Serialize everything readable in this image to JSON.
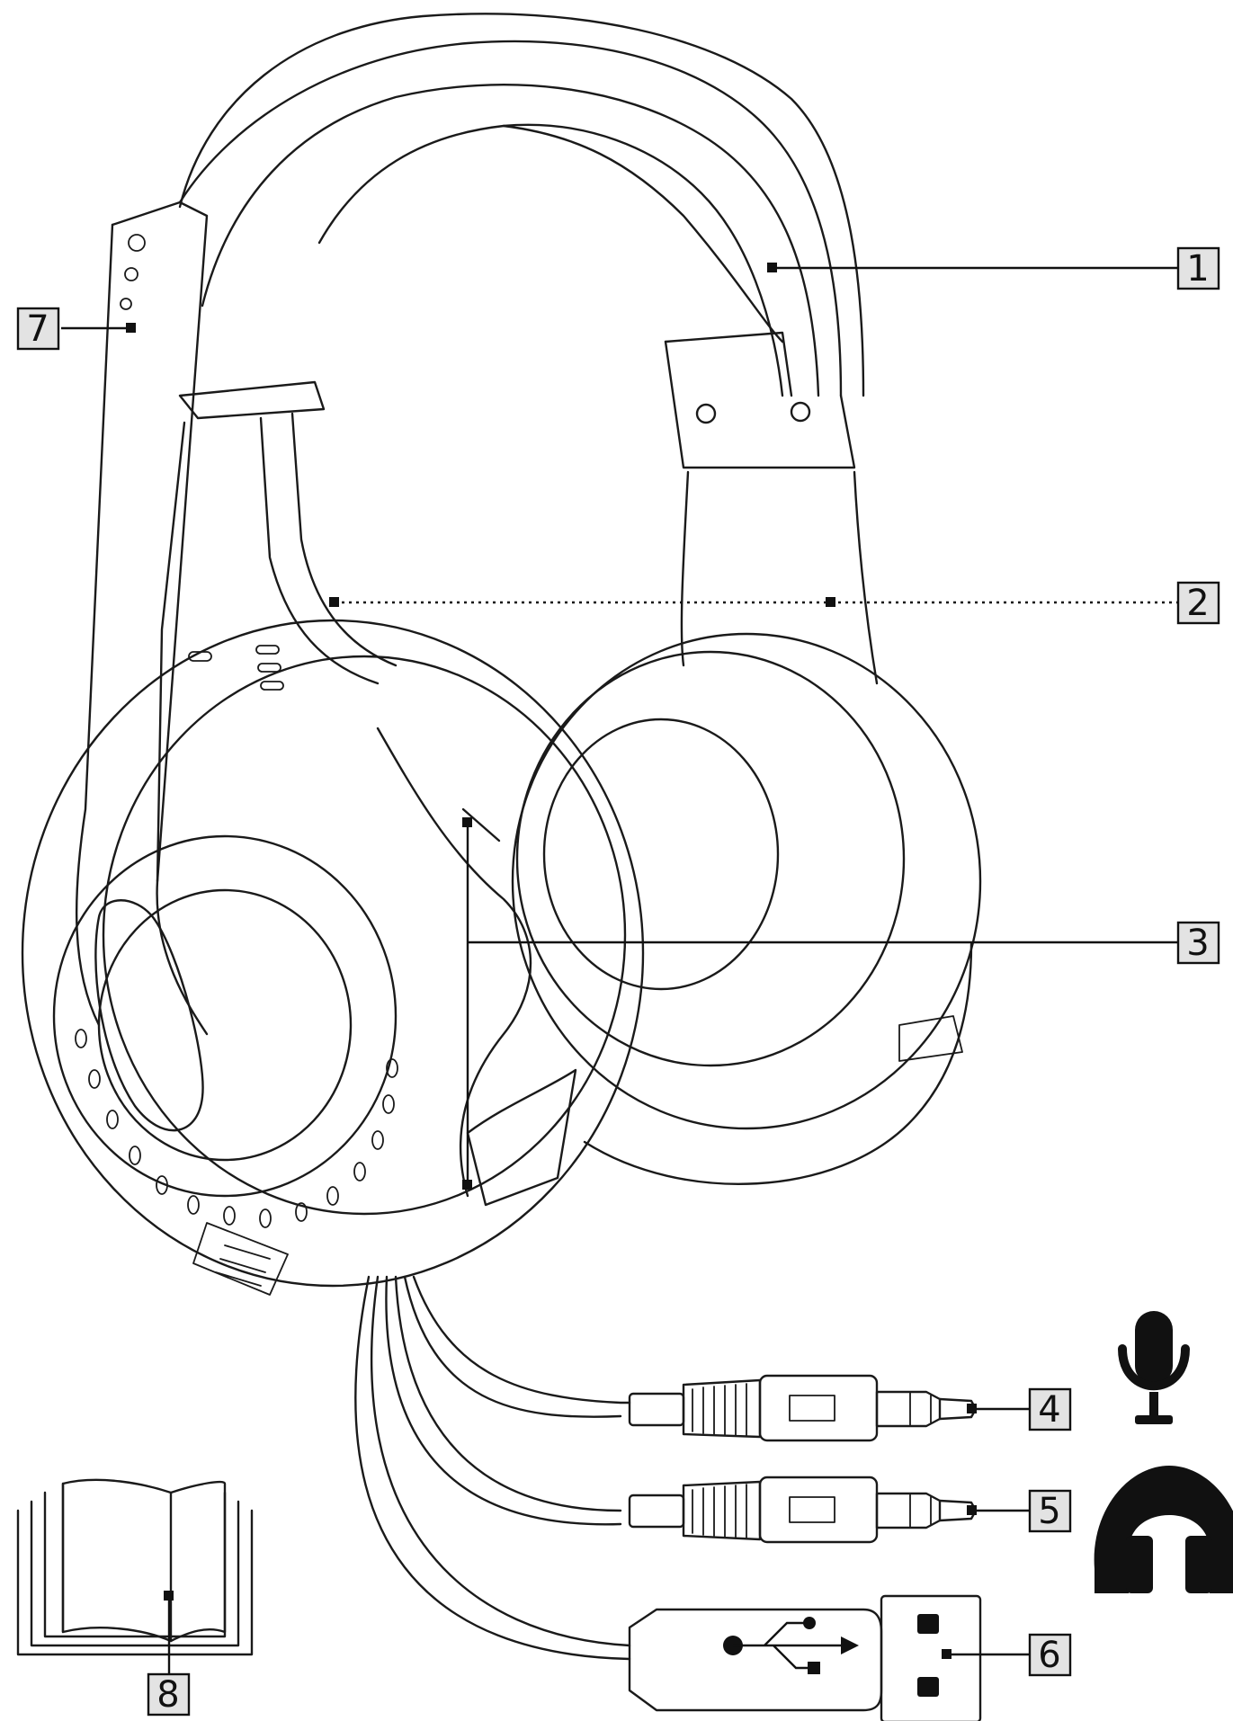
{
  "callouts": [
    {
      "id": "1",
      "label": "1"
    },
    {
      "id": "2",
      "label": "2"
    },
    {
      "id": "3",
      "label": "3"
    },
    {
      "id": "4",
      "label": "4"
    },
    {
      "id": "5",
      "label": "5"
    },
    {
      "id": "6",
      "label": "6"
    },
    {
      "id": "7",
      "label": "7"
    },
    {
      "id": "8",
      "label": "8"
    }
  ],
  "icons": {
    "microphone": "microphone-icon",
    "headphone": "headphone-icon",
    "usb": "usb-icon",
    "manual": "manual-book-icon"
  },
  "colors": {
    "line": "#1a1a1a",
    "callout_fill": "#e3e3e3",
    "background": "#ffffff"
  }
}
